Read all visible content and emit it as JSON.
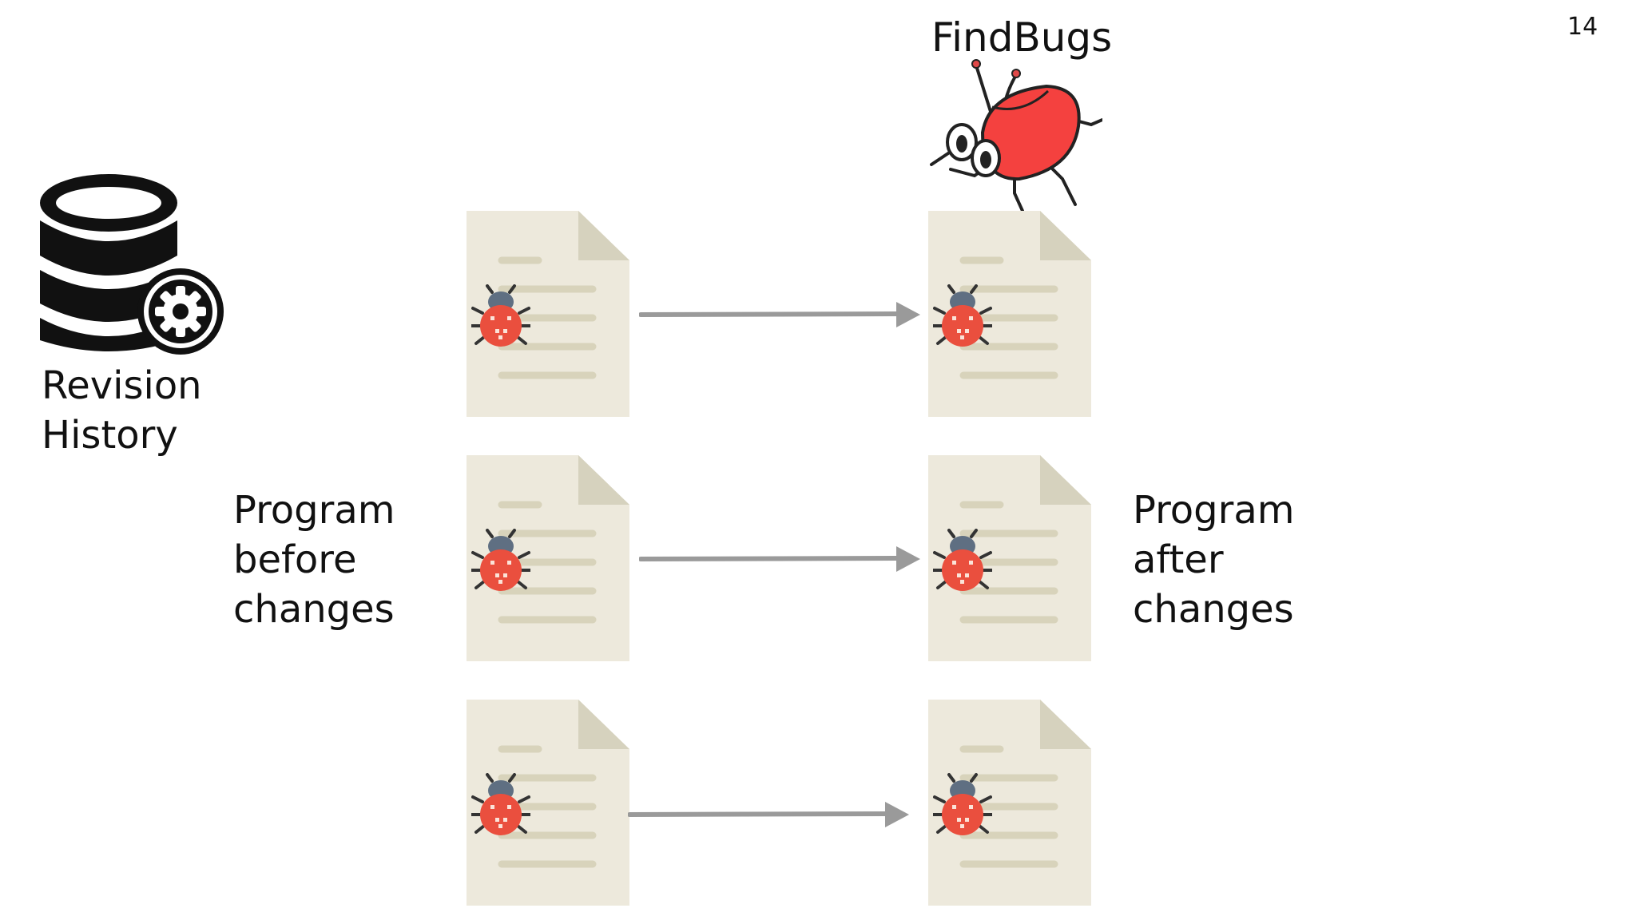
{
  "page_number": "14",
  "tool_title": "FindBugs",
  "revision_label": [
    "Revision",
    "History"
  ],
  "before_label": [
    "Program",
    "before",
    "changes"
  ],
  "after_label": [
    "Program",
    "after",
    "changes"
  ],
  "icons": {
    "database": "database-gear-icon",
    "mascot": "findbugs-bug-icon",
    "file": "document-icon",
    "bug": "ladybug-icon",
    "arrow": "right-arrow"
  },
  "colors": {
    "document": "#ede9dc",
    "document_fold": "#d6d2be",
    "document_lines": "#d8d3bb",
    "bug_body": "#ea4f3e",
    "bug_head": "#5f6f82",
    "mascot": "#f4413f",
    "arrow": "#9a9a9a"
  }
}
